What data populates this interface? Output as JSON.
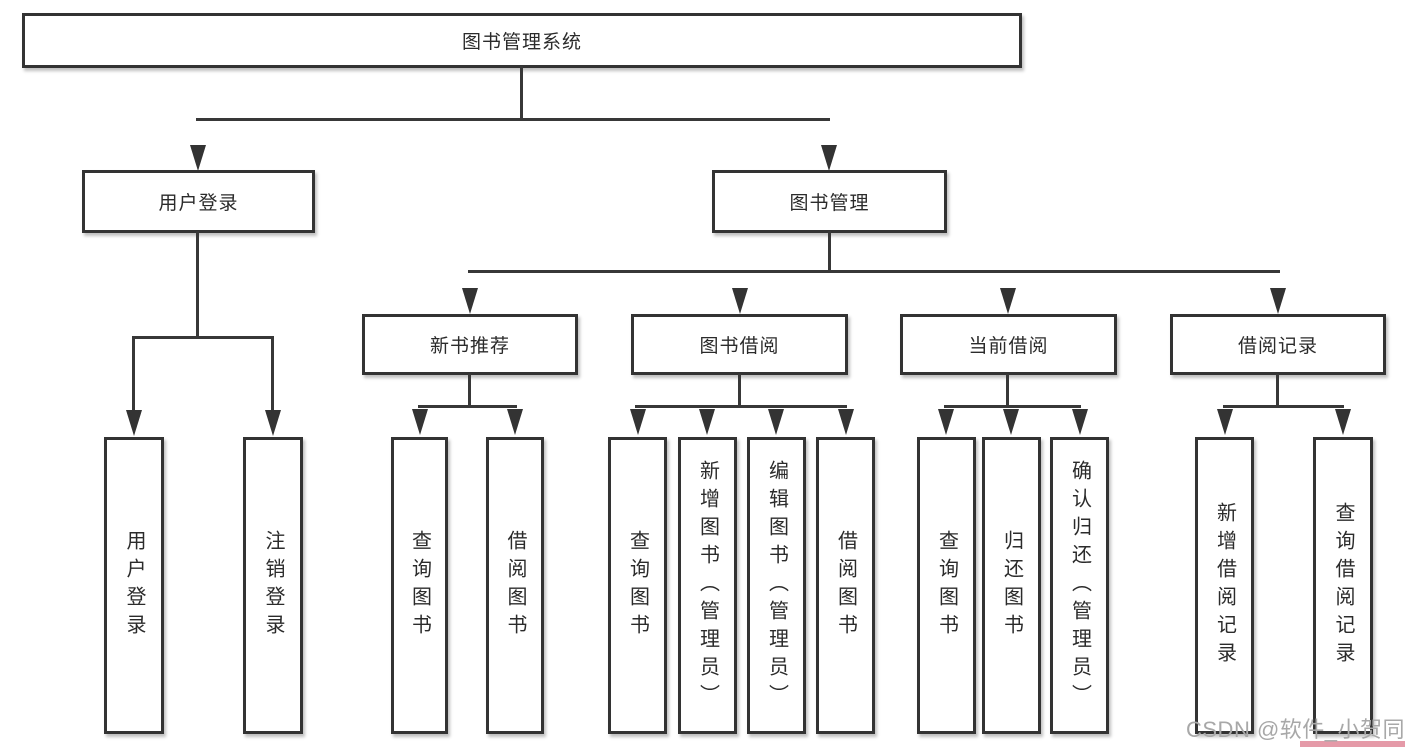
{
  "diagram": {
    "type": "tree",
    "title": "图书管理系统"
  },
  "colors": {
    "line": "#383838",
    "box_border": "#333333",
    "text": "#2b2b2b",
    "background": "#ffffff",
    "watermark_text": "#a8a8a8",
    "watermark_accent": "#e59aa8"
  },
  "tree": {
    "root": {
      "label": "图书管理系统"
    },
    "level2": [
      {
        "label": "用户登录",
        "children": [
          "用户登录",
          "注销登录"
        ]
      },
      {
        "label": "图书管理"
      }
    ],
    "level3": [
      {
        "label": "新书推荐",
        "children": [
          "查询图书",
          "借阅图书"
        ]
      },
      {
        "label": "图书借阅",
        "children": [
          "查询图书",
          "新增图书（管理员）",
          "编辑图书（管理员）",
          "借阅图书"
        ]
      },
      {
        "label": "当前借阅",
        "children": [
          "查询图书",
          "归还图书",
          "确认归还（管理员）"
        ]
      },
      {
        "label": "借阅记录",
        "children": [
          "新增借阅记录",
          "查询借阅记录"
        ]
      }
    ]
  },
  "watermark": {
    "text": "CSDN @软件_小贺同学"
  }
}
